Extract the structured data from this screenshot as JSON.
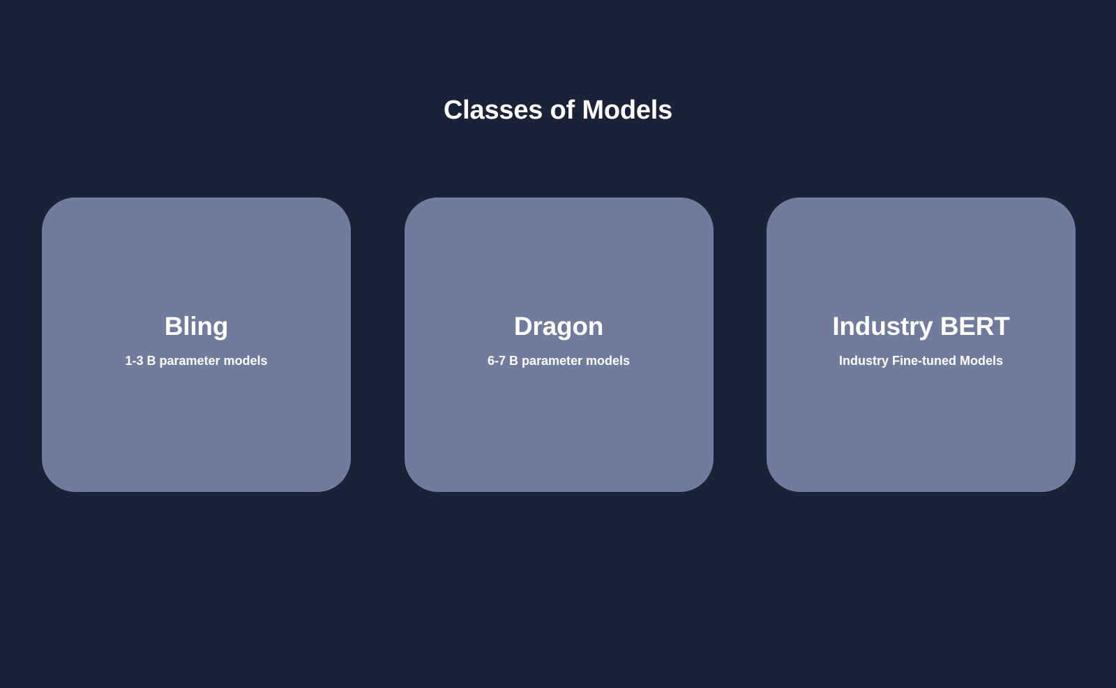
{
  "slide": {
    "title": "Classes of Models",
    "background_color": "#1a2238",
    "card_color": "#717c9c",
    "text_color": "#ffffff"
  },
  "cards": [
    {
      "heading": "Bling",
      "subtitle": "1-3 B parameter models"
    },
    {
      "heading": "Dragon",
      "subtitle": "6-7 B parameter models"
    },
    {
      "heading": "Industry BERT",
      "subtitle": "Industry Fine-tuned Models"
    }
  ]
}
